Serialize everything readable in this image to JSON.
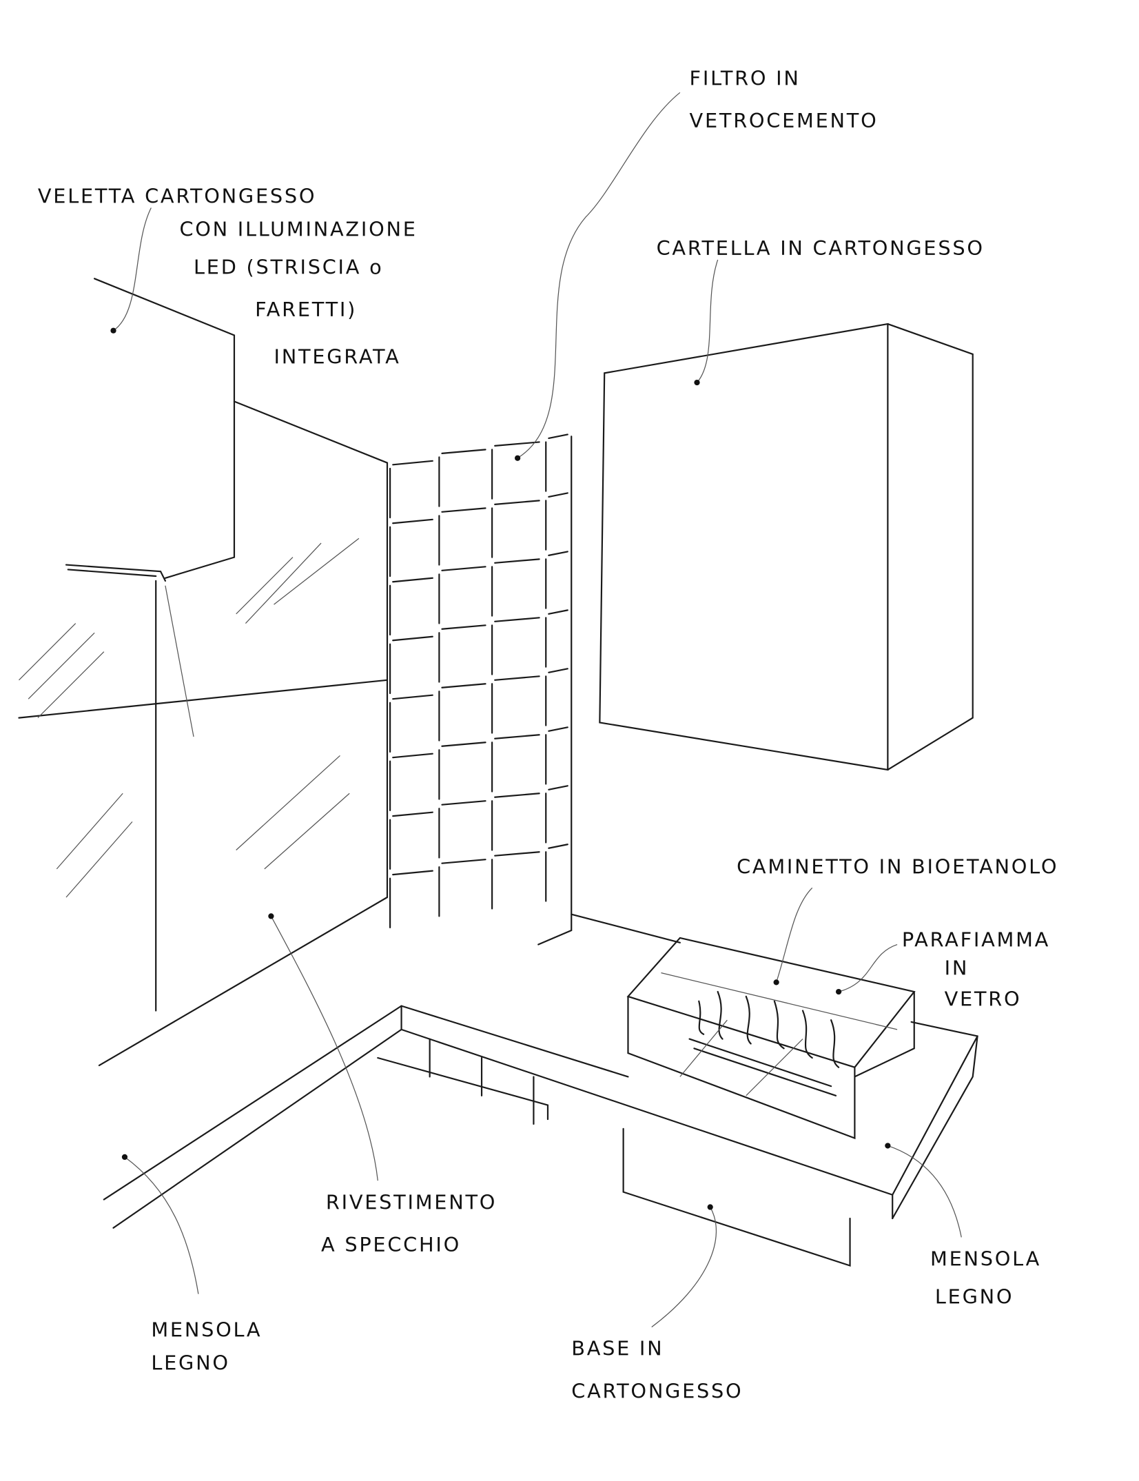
{
  "labels": {
    "veletta": [
      "VELETTA CARTONGESSO",
      "CON ILLUMINAZIONE",
      "LED (STRISCIA o",
      "FARETTI)",
      "INTEGRATA"
    ],
    "filtro": [
      "FILTRO IN",
      "VETROCEMENTO"
    ],
    "cartella": "CARTELLA IN CARTONGESSO",
    "caminetto": "CAMINETTO IN BIOETANOLO",
    "parafiamma": [
      "PARAFIAMMA",
      "IN",
      "VETRO"
    ],
    "rivestimento": [
      "RIVESTIMENTO",
      "A SPECCHIO"
    ],
    "mensola_left": [
      "MENSOLA",
      "LEGNO"
    ],
    "mensola_right": [
      "MENSOLA",
      "LEGNO"
    ],
    "base": [
      "BASE IN",
      "CARTONGESSO"
    ]
  }
}
